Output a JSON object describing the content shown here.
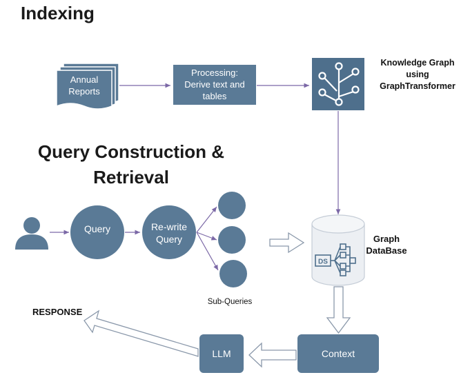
{
  "titles": {
    "indexing": "Indexing",
    "query_line1": "Query Construction &",
    "query_line2": "Retrieval"
  },
  "nodes": {
    "annual_reports_line1": "Annual",
    "annual_reports_line2": "Reports",
    "processing_line1": "Processing:",
    "processing_line2": "Derive text and",
    "processing_line3": "tables",
    "kg_line1": "Knowledge Graph",
    "kg_line2": "using",
    "kg_line3": "GraphTransformer",
    "query": "Query",
    "rewrite_line1": "Re-write",
    "rewrite_line2": "Query",
    "sub_queries": "Sub-Queries",
    "graph_db_line1": "Graph",
    "graph_db_line2": "DataBase",
    "ds": "DS",
    "context": "Context",
    "llm": "LLM",
    "response": "RESPONSE"
  },
  "colors": {
    "node_fill": "#5a7a96",
    "node_dark": "#4a6a86",
    "edge": "#7b68a6",
    "cylinder_fill": "#eceff3",
    "cylinder_stroke": "#c4ccd6"
  },
  "icons": {
    "user": "user-icon",
    "graph": "knowledge-graph-icon",
    "ds": "data-structure-icon"
  }
}
